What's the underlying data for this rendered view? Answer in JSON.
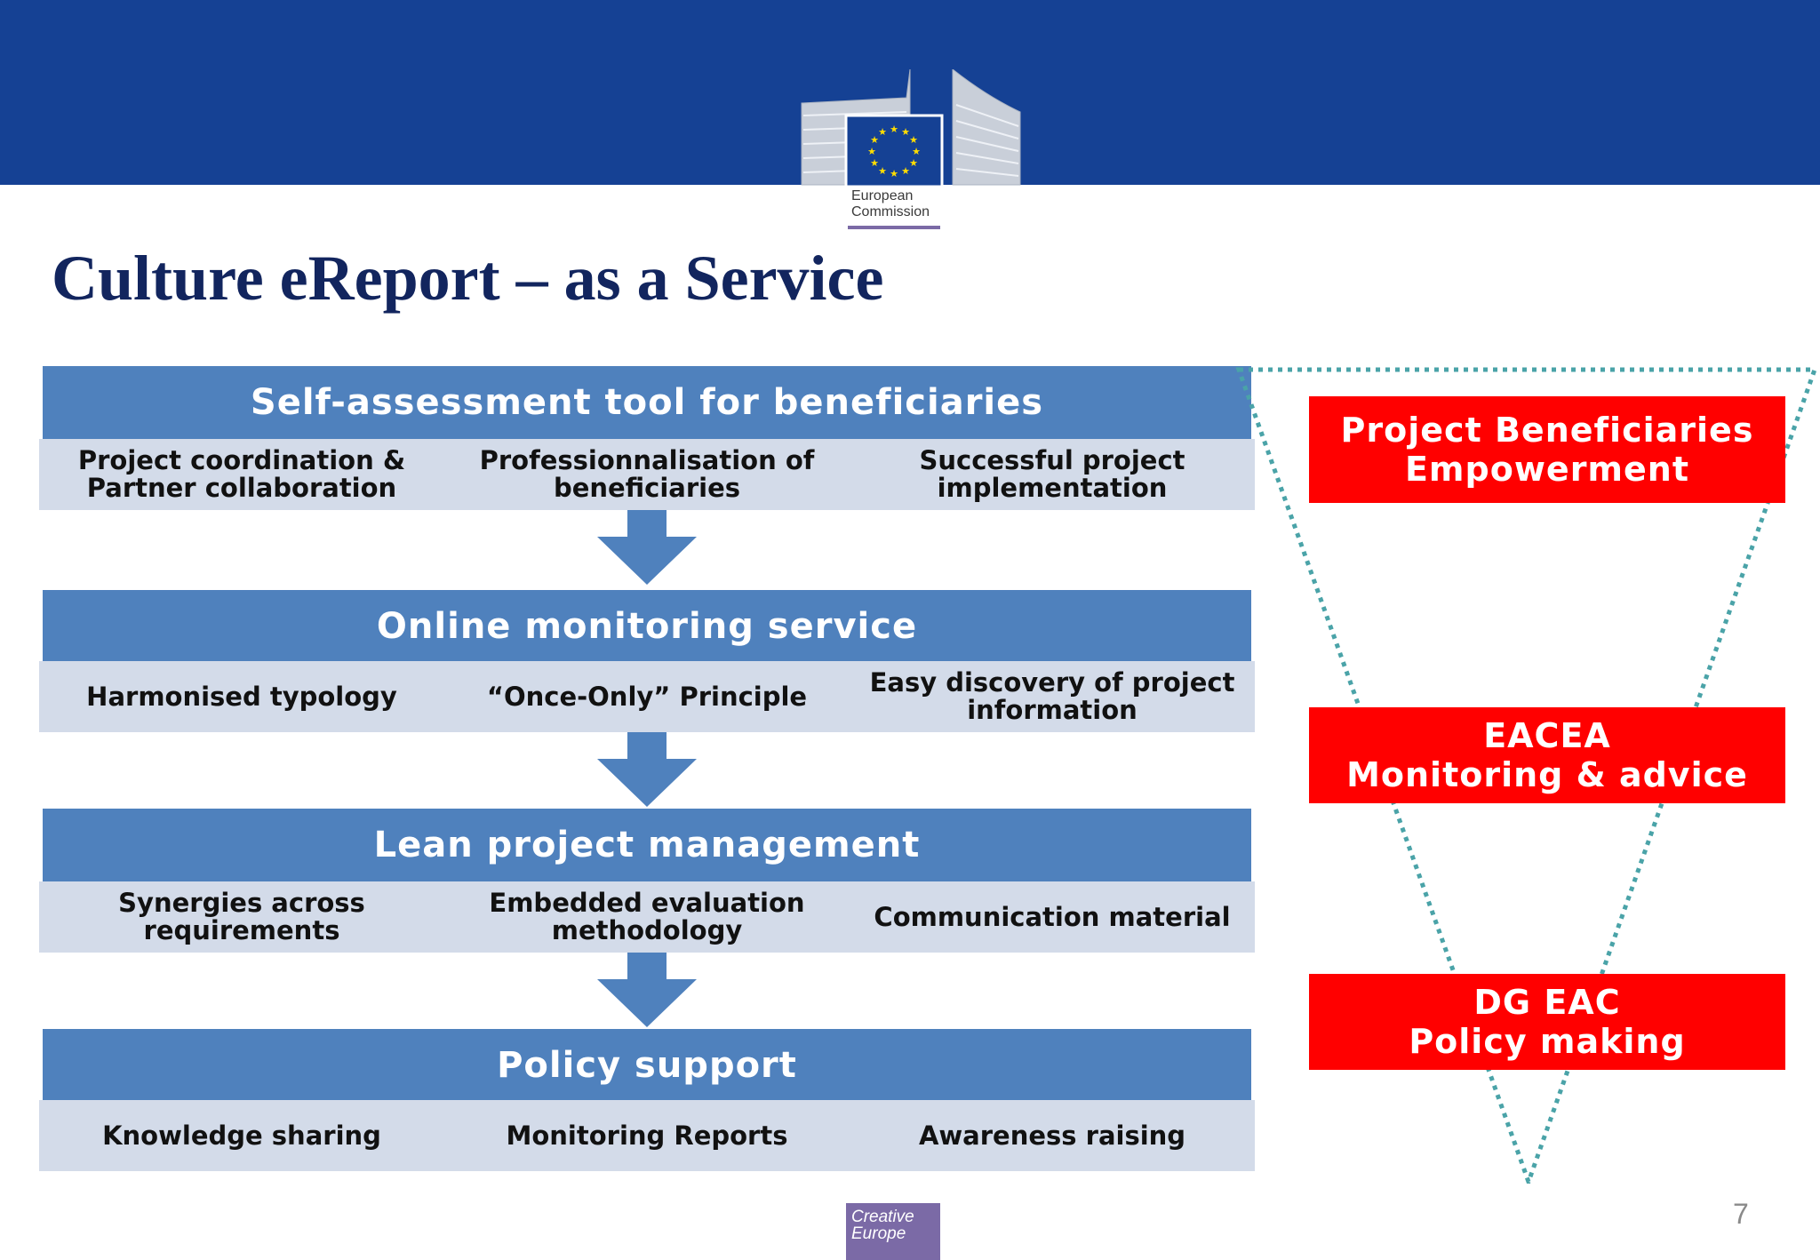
{
  "header": {
    "logo_lines": [
      "European",
      "Commission"
    ]
  },
  "title": "Culture eReport – as a Service",
  "stages": [
    {
      "heading": "Self-assessment tool for beneficiaries",
      "items": [
        "Project coordination & Partner collaboration",
        "Professionnalisation of beneficiaries",
        "Successful project implementation"
      ]
    },
    {
      "heading": "Online monitoring service",
      "items": [
        "Harmonised typology",
        "“Once-Only” Principle",
        "Easy discovery of project information"
      ]
    },
    {
      "heading": "Lean project management",
      "items": [
        "Synergies across requirements",
        "Embedded  evaluation methodology",
        "Communication material"
      ]
    },
    {
      "heading": "Policy support",
      "items": [
        "Knowledge sharing",
        "Monitoring Reports",
        "Awareness raising"
      ]
    }
  ],
  "funnel_levels": [
    {
      "line1": "Project Beneficiaries",
      "line2": "Empowerment"
    },
    {
      "line1": "EACEA",
      "line2": "Monitoring & advice"
    },
    {
      "line1": "DG EAC",
      "line2": "Policy  making"
    }
  ],
  "footer": {
    "logo_lines": [
      "Creative",
      "Europe"
    ],
    "page_number": "7"
  },
  "colors": {
    "banner": "#154194",
    "stage_band": "#4f81bd",
    "stage_items": "#d3dbe9",
    "funnel_box": "#ff0000",
    "funnel_outline": "#4aa3a8",
    "title": "#12255e"
  },
  "icons": [
    "european-commission-logo",
    "eu-flag-icon",
    "down-arrow-icon",
    "creative-europe-logo"
  ]
}
